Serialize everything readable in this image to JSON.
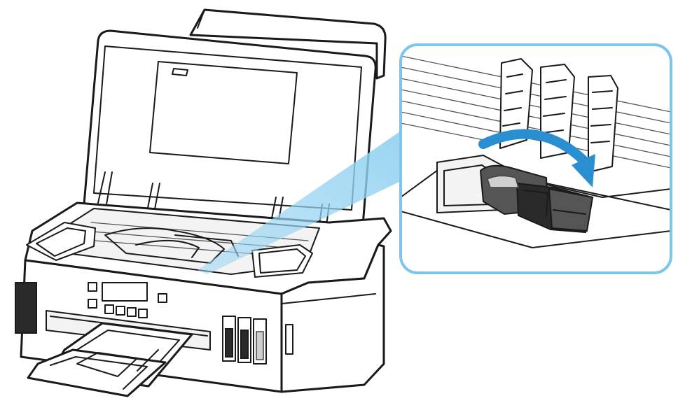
{
  "figure": {
    "background": "#ffffff",
    "callout_border_color": "#7cc6ec",
    "callout_beam_color": "#8fd0f0",
    "rotation_arrow_color": "#2a8fd0",
    "ink_tank_count": 3,
    "icons": [
      "printer",
      "cover-lock-lever",
      "rotation-arrow"
    ]
  }
}
